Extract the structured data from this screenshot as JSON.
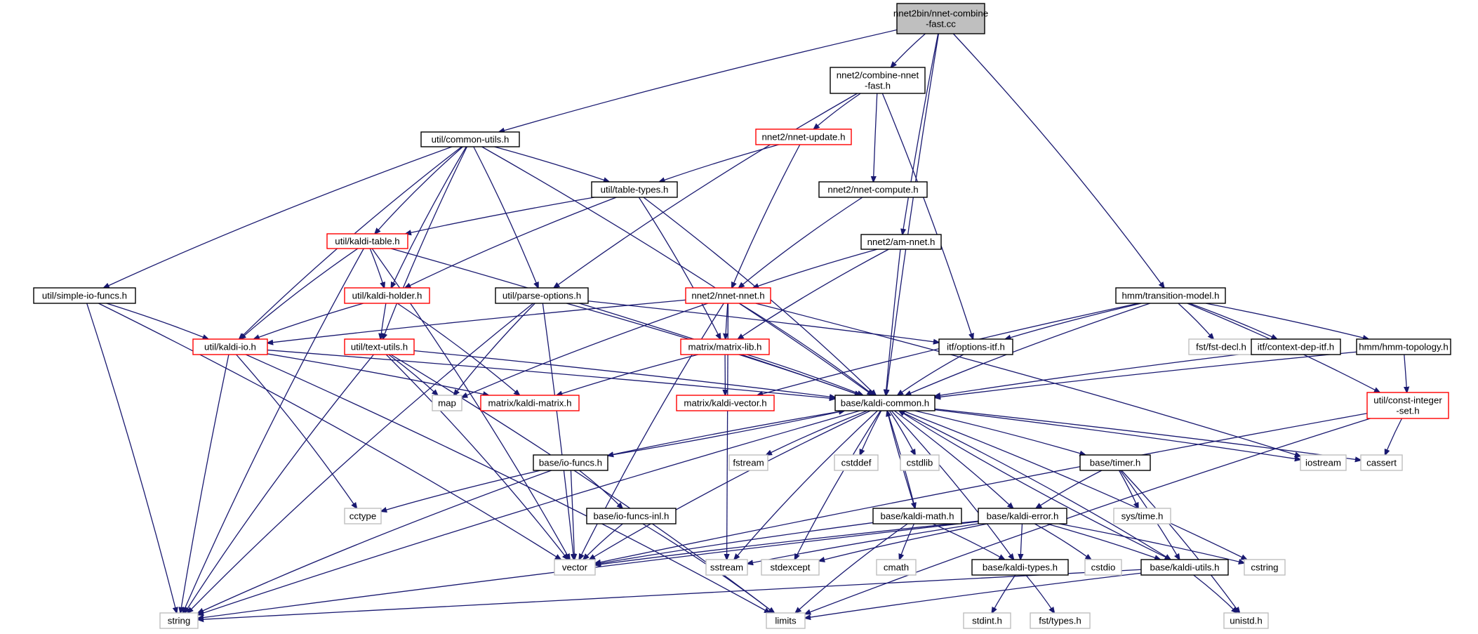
{
  "colors": {
    "edge": "#191970",
    "root_fill": "#bfbfbf",
    "normal_border": "#000000",
    "truncated_border": "#ff0000",
    "system_border": "#bfbfbf"
  },
  "nodes": [
    {
      "id": "root",
      "lines": [
        "nnet2bin/nnet-combine",
        "-fast.cc"
      ],
      "kind": "root"
    },
    {
      "id": "combine_nnet_fast",
      "lines": [
        "nnet2/combine-nnet",
        "-fast.h"
      ],
      "kind": "normal"
    },
    {
      "id": "common_utils",
      "lines": [
        "util/common-utils.h"
      ],
      "kind": "normal"
    },
    {
      "id": "nnet_update",
      "lines": [
        "nnet2/nnet-update.h"
      ],
      "kind": "truncated"
    },
    {
      "id": "table_types",
      "lines": [
        "util/table-types.h"
      ],
      "kind": "normal"
    },
    {
      "id": "nnet_compute",
      "lines": [
        "nnet2/nnet-compute.h"
      ],
      "kind": "normal"
    },
    {
      "id": "kaldi_table",
      "lines": [
        "util/kaldi-table.h"
      ],
      "kind": "truncated"
    },
    {
      "id": "am_nnet",
      "lines": [
        "nnet2/am-nnet.h"
      ],
      "kind": "normal"
    },
    {
      "id": "simple_io_funcs",
      "lines": [
        "util/simple-io-funcs.h"
      ],
      "kind": "normal"
    },
    {
      "id": "kaldi_holder",
      "lines": [
        "util/kaldi-holder.h"
      ],
      "kind": "truncated"
    },
    {
      "id": "parse_options",
      "lines": [
        "util/parse-options.h"
      ],
      "kind": "normal"
    },
    {
      "id": "nnet_nnet",
      "lines": [
        "nnet2/nnet-nnet.h"
      ],
      "kind": "truncated"
    },
    {
      "id": "transition_model",
      "lines": [
        "hmm/transition-model.h"
      ],
      "kind": "normal"
    },
    {
      "id": "kaldi_io",
      "lines": [
        "util/kaldi-io.h"
      ],
      "kind": "truncated"
    },
    {
      "id": "text_utils",
      "lines": [
        "util/text-utils.h"
      ],
      "kind": "truncated"
    },
    {
      "id": "matrix_lib",
      "lines": [
        "matrix/matrix-lib.h"
      ],
      "kind": "truncated"
    },
    {
      "id": "options_itf",
      "lines": [
        "itf/options-itf.h"
      ],
      "kind": "normal"
    },
    {
      "id": "fst_decl",
      "lines": [
        "fst/fst-decl.h"
      ],
      "kind": "system"
    },
    {
      "id": "context_dep_itf",
      "lines": [
        "itf/context-dep-itf.h"
      ],
      "kind": "normal"
    },
    {
      "id": "hmm_topology",
      "lines": [
        "hmm/hmm-topology.h"
      ],
      "kind": "normal"
    },
    {
      "id": "map",
      "lines": [
        "map"
      ],
      "kind": "system"
    },
    {
      "id": "kaldi_matrix",
      "lines": [
        "matrix/kaldi-matrix.h"
      ],
      "kind": "truncated"
    },
    {
      "id": "kaldi_vector",
      "lines": [
        "matrix/kaldi-vector.h"
      ],
      "kind": "truncated"
    },
    {
      "id": "kaldi_common",
      "lines": [
        "base/kaldi-common.h"
      ],
      "kind": "normal"
    },
    {
      "id": "const_integer_set",
      "lines": [
        "util/const-integer",
        "-set.h"
      ],
      "kind": "truncated"
    },
    {
      "id": "io_funcs",
      "lines": [
        "base/io-funcs.h"
      ],
      "kind": "normal"
    },
    {
      "id": "fstream",
      "lines": [
        "fstream"
      ],
      "kind": "system"
    },
    {
      "id": "cstddef",
      "lines": [
        "cstddef"
      ],
      "kind": "system"
    },
    {
      "id": "cstdlib",
      "lines": [
        "cstdlib"
      ],
      "kind": "system"
    },
    {
      "id": "timer",
      "lines": [
        "base/timer.h"
      ],
      "kind": "normal"
    },
    {
      "id": "iostream",
      "lines": [
        "iostream"
      ],
      "kind": "system"
    },
    {
      "id": "cassert",
      "lines": [
        "cassert"
      ],
      "kind": "system"
    },
    {
      "id": "cctype",
      "lines": [
        "cctype"
      ],
      "kind": "system"
    },
    {
      "id": "io_funcs_inl",
      "lines": [
        "base/io-funcs-inl.h"
      ],
      "kind": "normal"
    },
    {
      "id": "sys_time",
      "lines": [
        "sys/time.h"
      ],
      "kind": "system"
    },
    {
      "id": "kaldi_math",
      "lines": [
        "base/kaldi-math.h"
      ],
      "kind": "normal"
    },
    {
      "id": "kaldi_error",
      "lines": [
        "base/kaldi-error.h"
      ],
      "kind": "normal"
    },
    {
      "id": "vector",
      "lines": [
        "vector"
      ],
      "kind": "system"
    },
    {
      "id": "sstream",
      "lines": [
        "sstream"
      ],
      "kind": "system"
    },
    {
      "id": "stdexcept",
      "lines": [
        "stdexcept"
      ],
      "kind": "system"
    },
    {
      "id": "cmath",
      "lines": [
        "cmath"
      ],
      "kind": "system"
    },
    {
      "id": "kaldi_types",
      "lines": [
        "base/kaldi-types.h"
      ],
      "kind": "normal"
    },
    {
      "id": "cstdio",
      "lines": [
        "cstdio"
      ],
      "kind": "system"
    },
    {
      "id": "kaldi_utils",
      "lines": [
        "base/kaldi-utils.h"
      ],
      "kind": "normal"
    },
    {
      "id": "cstring",
      "lines": [
        "cstring"
      ],
      "kind": "system"
    },
    {
      "id": "string",
      "lines": [
        "string"
      ],
      "kind": "system"
    },
    {
      "id": "limits",
      "lines": [
        "limits"
      ],
      "kind": "system"
    },
    {
      "id": "stdint",
      "lines": [
        "stdint.h"
      ],
      "kind": "system"
    },
    {
      "id": "fst_types",
      "lines": [
        "fst/types.h"
      ],
      "kind": "system"
    },
    {
      "id": "unistd",
      "lines": [
        "unistd.h"
      ],
      "kind": "system"
    }
  ],
  "edges": [
    [
      "root",
      "combine_nnet_fast"
    ],
    [
      "root",
      "common_utils"
    ],
    [
      "root",
      "am_nnet"
    ],
    [
      "root",
      "transition_model"
    ],
    [
      "root",
      "kaldi_common"
    ],
    [
      "combine_nnet_fast",
      "nnet_update"
    ],
    [
      "combine_nnet_fast",
      "nnet_compute"
    ],
    [
      "combine_nnet_fast",
      "options_itf"
    ],
    [
      "combine_nnet_fast",
      "parse_options"
    ],
    [
      "common_utils",
      "table_types"
    ],
    [
      "common_utils",
      "kaldi_table"
    ],
    [
      "common_utils",
      "kaldi_holder"
    ],
    [
      "common_utils",
      "kaldi_io"
    ],
    [
      "common_utils",
      "simple_io_funcs"
    ],
    [
      "common_utils",
      "parse_options"
    ],
    [
      "common_utils",
      "text_utils"
    ],
    [
      "common_utils",
      "kaldi_common"
    ],
    [
      "nnet_update",
      "table_types"
    ],
    [
      "nnet_update",
      "nnet_nnet"
    ],
    [
      "nnet_compute",
      "nnet_nnet"
    ],
    [
      "table_types",
      "kaldi_table"
    ],
    [
      "table_types",
      "kaldi_holder"
    ],
    [
      "table_types",
      "matrix_lib"
    ],
    [
      "table_types",
      "kaldi_common"
    ],
    [
      "kaldi_table",
      "kaldi_holder"
    ],
    [
      "kaldi_table",
      "kaldi_io"
    ],
    [
      "kaldi_table",
      "kaldi_common"
    ],
    [
      "kaldi_table",
      "string"
    ],
    [
      "kaldi_table",
      "vector"
    ],
    [
      "am_nnet",
      "nnet_nnet"
    ],
    [
      "am_nnet",
      "matrix_lib"
    ],
    [
      "am_nnet",
      "kaldi_common"
    ],
    [
      "simple_io_funcs",
      "kaldi_io"
    ],
    [
      "simple_io_funcs",
      "string"
    ],
    [
      "simple_io_funcs",
      "vector"
    ],
    [
      "kaldi_holder",
      "kaldi_io"
    ],
    [
      "kaldi_holder",
      "text_utils"
    ],
    [
      "kaldi_holder",
      "kaldi_matrix"
    ],
    [
      "parse_options",
      "options_itf"
    ],
    [
      "parse_options",
      "kaldi_common"
    ],
    [
      "parse_options",
      "map"
    ],
    [
      "parse_options",
      "string"
    ],
    [
      "parse_options",
      "vector"
    ],
    [
      "nnet_nnet",
      "kaldi_io"
    ],
    [
      "nnet_nnet",
      "matrix_lib"
    ],
    [
      "nnet_nnet",
      "kaldi_common"
    ],
    [
      "nnet_nnet",
      "map"
    ],
    [
      "nnet_nnet",
      "iostream"
    ],
    [
      "nnet_nnet",
      "sstream"
    ],
    [
      "nnet_nnet",
      "vector"
    ],
    [
      "transition_model",
      "options_itf"
    ],
    [
      "transition_model",
      "fst_decl"
    ],
    [
      "transition_model",
      "context_dep_itf"
    ],
    [
      "transition_model",
      "hmm_topology"
    ],
    [
      "transition_model",
      "const_integer_set"
    ],
    [
      "transition_model",
      "kaldi_common"
    ],
    [
      "transition_model",
      "kaldi_vector"
    ],
    [
      "kaldi_io",
      "kaldi_common"
    ],
    [
      "kaldi_io",
      "kaldi_matrix"
    ],
    [
      "kaldi_io",
      "cctype"
    ],
    [
      "kaldi_io",
      "string"
    ],
    [
      "kaldi_io",
      "limits"
    ],
    [
      "text_utils",
      "kaldi_common"
    ],
    [
      "text_utils",
      "map"
    ],
    [
      "text_utils",
      "string"
    ],
    [
      "text_utils",
      "vector"
    ],
    [
      "text_utils",
      "limits"
    ],
    [
      "matrix_lib",
      "kaldi_matrix"
    ],
    [
      "matrix_lib",
      "kaldi_vector"
    ],
    [
      "matrix_lib",
      "kaldi_common"
    ],
    [
      "options_itf",
      "kaldi_common"
    ],
    [
      "context_dep_itf",
      "kaldi_common"
    ],
    [
      "hmm_topology",
      "kaldi_common"
    ],
    [
      "hmm_topology",
      "const_integer_set"
    ],
    [
      "const_integer_set",
      "cassert"
    ],
    [
      "const_integer_set",
      "vector"
    ],
    [
      "const_integer_set",
      "limits"
    ],
    [
      "kaldi_common",
      "io_funcs"
    ],
    [
      "kaldi_common",
      "fstream"
    ],
    [
      "kaldi_common",
      "cstddef"
    ],
    [
      "kaldi_common",
      "cstdlib"
    ],
    [
      "kaldi_common",
      "timer"
    ],
    [
      "kaldi_common",
      "iostream"
    ],
    [
      "kaldi_common",
      "cassert"
    ],
    [
      "kaldi_common",
      "kaldi_math"
    ],
    [
      "kaldi_common",
      "kaldi_error"
    ],
    [
      "kaldi_common",
      "kaldi_types"
    ],
    [
      "kaldi_common",
      "kaldi_utils"
    ],
    [
      "kaldi_common",
      "cstring"
    ],
    [
      "kaldi_common",
      "string"
    ],
    [
      "kaldi_common",
      "vector"
    ],
    [
      "kaldi_common",
      "sstream"
    ],
    [
      "kaldi_common",
      "stdexcept"
    ],
    [
      "io_funcs",
      "kaldi_common"
    ],
    [
      "io_funcs",
      "cctype"
    ],
    [
      "io_funcs",
      "io_funcs_inl"
    ],
    [
      "io_funcs",
      "vector"
    ],
    [
      "io_funcs",
      "string"
    ],
    [
      "io_funcs_inl",
      "vector"
    ],
    [
      "io_funcs_inl",
      "limits"
    ],
    [
      "timer",
      "kaldi_error"
    ],
    [
      "timer",
      "kaldi_utils"
    ],
    [
      "timer",
      "sys_time"
    ],
    [
      "timer",
      "unistd"
    ],
    [
      "kaldi_math",
      "kaldi_common"
    ],
    [
      "kaldi_math",
      "kaldi_types"
    ],
    [
      "kaldi_math",
      "cmath"
    ],
    [
      "kaldi_math",
      "limits"
    ],
    [
      "kaldi_math",
      "vector"
    ],
    [
      "kaldi_error",
      "kaldi_types"
    ],
    [
      "kaldi_error",
      "kaldi_utils"
    ],
    [
      "kaldi_error",
      "cstdio"
    ],
    [
      "kaldi_error",
      "cstring"
    ],
    [
      "kaldi_error",
      "sstream"
    ],
    [
      "kaldi_error",
      "stdexcept"
    ],
    [
      "kaldi_error",
      "string"
    ],
    [
      "kaldi_error",
      "vector"
    ],
    [
      "kaldi_types",
      "stdint"
    ],
    [
      "kaldi_types",
      "fst_types"
    ],
    [
      "kaldi_utils",
      "kaldi_common"
    ],
    [
      "kaldi_utils",
      "limits"
    ],
    [
      "kaldi_utils",
      "string"
    ],
    [
      "kaldi_utils",
      "unistd"
    ]
  ]
}
